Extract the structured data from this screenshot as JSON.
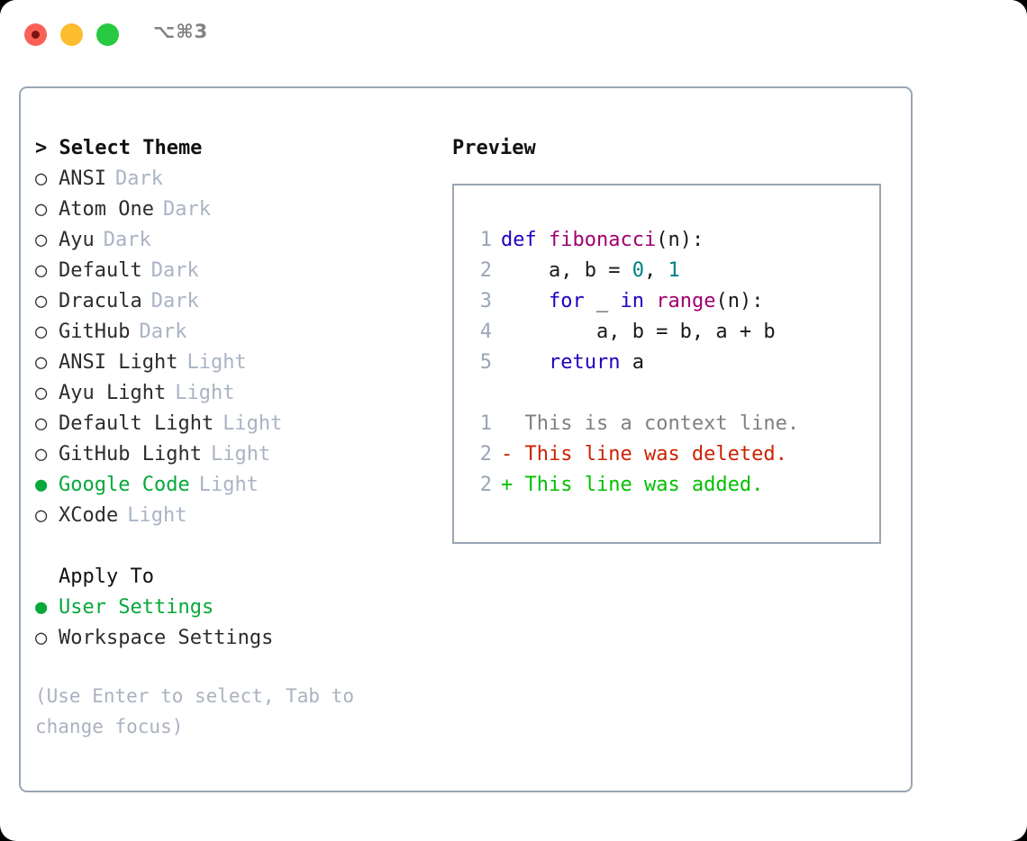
{
  "titlebar": {
    "shortcut": "⌥⌘3",
    "buttons": [
      {
        "name": "close",
        "color": "#fb6057"
      },
      {
        "name": "minimize",
        "color": "#fcbd2e"
      },
      {
        "name": "maximize",
        "color": "#27ca40"
      }
    ]
  },
  "theme_picker": {
    "header": "> Select Theme",
    "items": [
      {
        "bullet": "○",
        "label": "ANSI",
        "tag": "Dark",
        "selected": false
      },
      {
        "bullet": "○",
        "label": "Atom One",
        "tag": "Dark",
        "selected": false
      },
      {
        "bullet": "○",
        "label": "Ayu",
        "tag": "Dark",
        "selected": false
      },
      {
        "bullet": "○",
        "label": "Default",
        "tag": "Dark",
        "selected": false
      },
      {
        "bullet": "○",
        "label": "Dracula",
        "tag": "Dark",
        "selected": false
      },
      {
        "bullet": "○",
        "label": "GitHub",
        "tag": "Dark",
        "selected": false
      },
      {
        "bullet": "○",
        "label": "ANSI Light",
        "tag": "Light",
        "selected": false
      },
      {
        "bullet": "○",
        "label": "Ayu Light",
        "tag": "Light",
        "selected": false
      },
      {
        "bullet": "○",
        "label": "Default Light",
        "tag": "Light",
        "selected": false
      },
      {
        "bullet": "○",
        "label": "GitHub Light",
        "tag": "Light",
        "selected": false
      },
      {
        "bullet": "●",
        "label": "Google Code",
        "tag": "Light",
        "selected": true
      },
      {
        "bullet": "○",
        "label": "XCode",
        "tag": "Light",
        "selected": false
      }
    ]
  },
  "apply_to": {
    "header": "Apply To",
    "items": [
      {
        "bullet": "●",
        "label": "User Settings",
        "selected": true
      },
      {
        "bullet": "○",
        "label": "Workspace Settings",
        "selected": false
      }
    ]
  },
  "hint": "(Use Enter to select, Tab to change focus)",
  "preview": {
    "title": "Preview",
    "code_lines": [
      {
        "num": "1",
        "tokens": [
          {
            "t": "def",
            "c": "kw"
          },
          {
            "t": " ",
            "c": "pl"
          },
          {
            "t": "fibonacci",
            "c": "fn"
          },
          {
            "t": "(n):",
            "c": "pl"
          }
        ]
      },
      {
        "num": "2",
        "tokens": [
          {
            "t": "    a, b = ",
            "c": "pl"
          },
          {
            "t": "0",
            "c": "num"
          },
          {
            "t": ", ",
            "c": "pl"
          },
          {
            "t": "1",
            "c": "num"
          }
        ]
      },
      {
        "num": "3",
        "tokens": [
          {
            "t": "    ",
            "c": "pl"
          },
          {
            "t": "for",
            "c": "kw"
          },
          {
            "t": " _ ",
            "c": "pl"
          },
          {
            "t": "in",
            "c": "kw"
          },
          {
            "t": " ",
            "c": "pl"
          },
          {
            "t": "range",
            "c": "fn"
          },
          {
            "t": "(n):",
            "c": "pl"
          }
        ]
      },
      {
        "num": "4",
        "tokens": [
          {
            "t": "        a, b = b, a + b",
            "c": "pl"
          }
        ]
      },
      {
        "num": "5",
        "tokens": [
          {
            "t": "    ",
            "c": "pl"
          },
          {
            "t": "return",
            "c": "kw"
          },
          {
            "t": " a",
            "c": "pl"
          }
        ]
      }
    ],
    "diff_lines": [
      {
        "num": "1",
        "marker": "  ",
        "text": "This is a context line.",
        "c": "ctx"
      },
      {
        "num": "2",
        "marker": "- ",
        "text": "This line was deleted.",
        "c": "del"
      },
      {
        "num": "2",
        "marker": "+ ",
        "text": "This line was added.",
        "c": "add"
      }
    ]
  },
  "colors": {
    "accent_green": "#07a83c",
    "border": "#9aa5b5",
    "muted": "#aab4c4",
    "hint": "#aab2c0",
    "keyword": "#2000c0",
    "function": "#a0006e",
    "number": "#008080",
    "diff_deleted": "#cc2200",
    "diff_added": "#00c000"
  }
}
